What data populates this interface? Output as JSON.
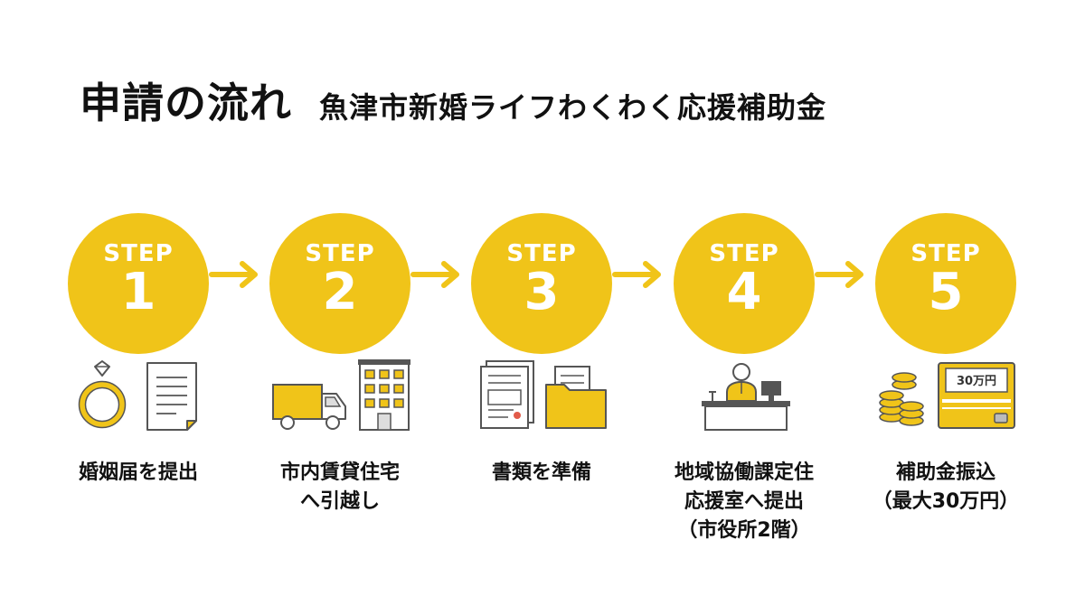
{
  "header": {
    "title": "申請の流れ",
    "subtitle": "魚津市新婚ライフわくわく応援補助金"
  },
  "steps": [
    {
      "label": "STEP",
      "number": "1",
      "lines": [
        "婚姻届を提出"
      ],
      "icons": [
        "ring-icon",
        "document-icon"
      ]
    },
    {
      "label": "STEP",
      "number": "2",
      "lines": [
        "市内賃貸住宅",
        "へ引越し"
      ],
      "icons": [
        "moving-truck-icon",
        "apartment-building-icon"
      ]
    },
    {
      "label": "STEP",
      "number": "3",
      "lines": [
        "書類を準備"
      ],
      "icons": [
        "form-documents-icon",
        "folder-icon"
      ]
    },
    {
      "label": "STEP",
      "number": "4",
      "lines": [
        "地域協働課定住",
        "応援室へ提出",
        "（市役所2階）"
      ],
      "icons": [
        "reception-desk-icon"
      ]
    },
    {
      "label": "STEP",
      "number": "5",
      "lines": [
        "補助金振込",
        "（最大30万円）"
      ],
      "icons": [
        "coins-icon",
        "bankbook-icon"
      ],
      "bankbook_text": "30万円"
    }
  ],
  "colors": {
    "accent": "#f0c419",
    "icon_stroke": "#555555",
    "text": "#111111"
  }
}
